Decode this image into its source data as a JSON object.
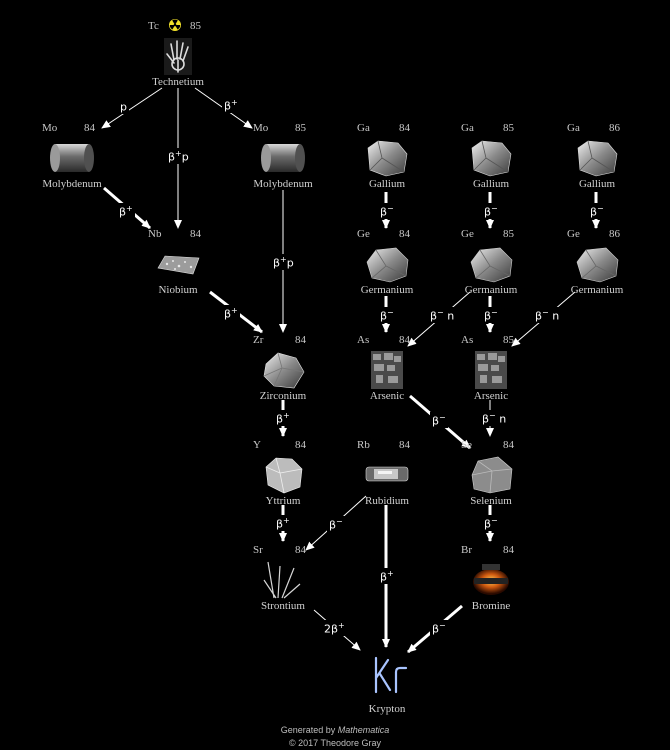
{
  "nodes": {
    "tc85": {
      "symbol": "Tc",
      "mass": "85",
      "name": "Technetium"
    },
    "mo84": {
      "symbol": "Mo",
      "mass": "84",
      "name": "Molybdenum"
    },
    "mo85": {
      "symbol": "Mo",
      "mass": "85",
      "name": "Molybdenum"
    },
    "ga84": {
      "symbol": "Ga",
      "mass": "84",
      "name": "Gallium"
    },
    "ga85": {
      "symbol": "Ga",
      "mass": "85",
      "name": "Gallium"
    },
    "ga86": {
      "symbol": "Ga",
      "mass": "86",
      "name": "Gallium"
    },
    "nb84": {
      "symbol": "Nb",
      "mass": "84",
      "name": "Niobium"
    },
    "ge84": {
      "symbol": "Ge",
      "mass": "84",
      "name": "Germanium"
    },
    "ge85": {
      "symbol": "Ge",
      "mass": "85",
      "name": "Germanium"
    },
    "ge86": {
      "symbol": "Ge",
      "mass": "86",
      "name": "Germanium"
    },
    "zr84": {
      "symbol": "Zr",
      "mass": "84",
      "name": "Zirconium"
    },
    "as84": {
      "symbol": "As",
      "mass": "84",
      "name": "Arsenic"
    },
    "as85": {
      "symbol": "As",
      "mass": "85",
      "name": "Arsenic"
    },
    "y84": {
      "symbol": "Y",
      "mass": "84",
      "name": "Yttrium"
    },
    "rb84": {
      "symbol": "Rb",
      "mass": "84",
      "name": "Rubidium"
    },
    "se84": {
      "symbol": "Se",
      "mass": "84",
      "name": "Selenium"
    },
    "sr84": {
      "symbol": "Sr",
      "mass": "84",
      "name": "Strontium"
    },
    "br84": {
      "symbol": "Br",
      "mass": "84",
      "name": "Bromine"
    },
    "kr84": {
      "symbol": "",
      "mass": "",
      "name": "Krypton"
    }
  },
  "decays": {
    "tc_mo84": {
      "base": "p",
      "sup": ""
    },
    "tc_nb": {
      "base": "β",
      "sup": "+",
      "tail": "p"
    },
    "tc_mo85": {
      "base": "β",
      "sup": "+"
    },
    "mo84_nb": {
      "base": "β",
      "sup": "+"
    },
    "mo85_zr": {
      "base": "β",
      "sup": "+",
      "tail": "p"
    },
    "ga84_ge84": {
      "base": "β",
      "sup": "−"
    },
    "ga85_ge85": {
      "base": "β",
      "sup": "−"
    },
    "ga86_ge86": {
      "base": "β",
      "sup": "−"
    },
    "nb_zr": {
      "base": "β",
      "sup": "+"
    },
    "ge84_as84": {
      "base": "β",
      "sup": "−"
    },
    "ge85_as84": {
      "base": "β",
      "sup": "−",
      "tail": "n"
    },
    "ge85_as85": {
      "base": "β",
      "sup": "−"
    },
    "ge86_as85": {
      "base": "β",
      "sup": "−",
      "tail": "n"
    },
    "zr_y": {
      "base": "β",
      "sup": "+"
    },
    "as84_se": {
      "base": "β",
      "sup": "−"
    },
    "as85_se": {
      "base": "β",
      "sup": "−",
      "tail": "n"
    },
    "y_sr": {
      "base": "β",
      "sup": "+"
    },
    "rb_sr": {
      "base": "β",
      "sup": "−"
    },
    "rb_kr": {
      "base": "β",
      "sup": "+"
    },
    "se_br": {
      "base": "β",
      "sup": "−"
    },
    "sr_kr": {
      "base": "2β",
      "sup": "+"
    },
    "br_kr": {
      "base": "β",
      "sup": "−"
    }
  },
  "footer": {
    "line1_prefix": "Generated by ",
    "line1_app": "Mathematica",
    "line2": "© 2017 Theodore Gray"
  }
}
